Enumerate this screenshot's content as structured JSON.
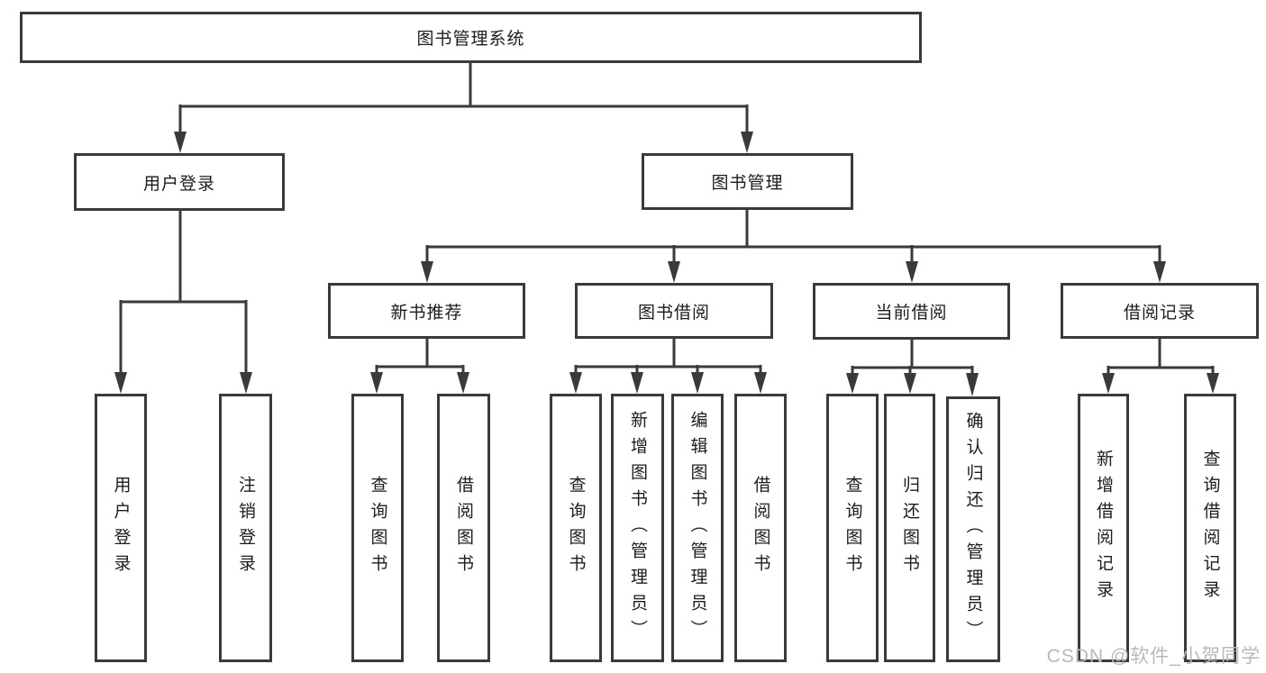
{
  "diagram": {
    "root": {
      "label": "图书管理系统"
    },
    "level2": [
      {
        "label": "用户登录"
      },
      {
        "label": "图书管理"
      }
    ],
    "level3": [
      {
        "label": "新书推荐"
      },
      {
        "label": "图书借阅"
      },
      {
        "label": "当前借阅"
      },
      {
        "label": "借阅记录"
      }
    ],
    "leaves": {
      "user_login": [
        "用户登录",
        "注销登录"
      ],
      "new_books": [
        "查询图书",
        "借阅图书"
      ],
      "book_borrow": [
        "查询图书",
        "新增图书（管理员）",
        "编辑图书（管理员）",
        "借阅图书"
      ],
      "current_borrow": [
        "查询图书",
        "归还图书",
        "确认归还（管理员）"
      ],
      "borrow_records": [
        "新增借阅记录",
        "查询借阅记录"
      ]
    },
    "watermark": "CSDN @软件_小贺同学",
    "colors": {
      "line": "#3a3a3a",
      "text": "#1c1c1c",
      "watermark": "#b9b9b9",
      "background": "#ffffff"
    }
  }
}
